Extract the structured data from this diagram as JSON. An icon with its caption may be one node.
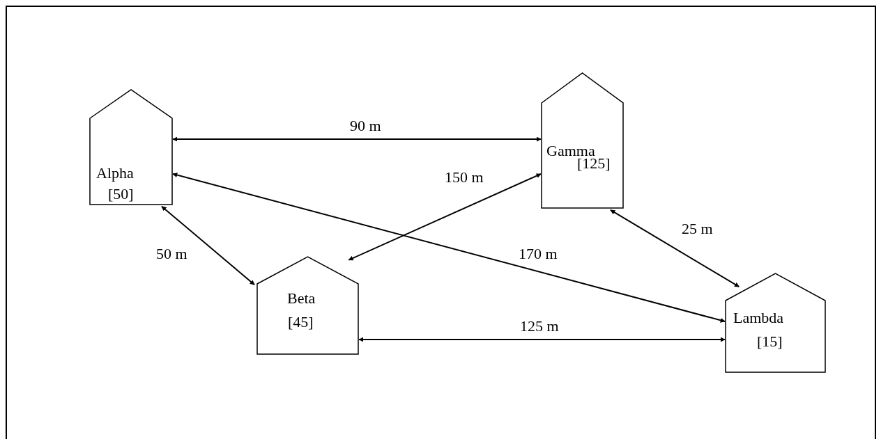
{
  "diagram": {
    "nodes": [
      {
        "text": [
          "Alpha",
          "[50]"
        ]
      },
      {
        "text": [
          "Gamma",
          "[125]"
        ]
      },
      {
        "text": [
          "Beta",
          "[45]"
        ]
      },
      {
        "text": [
          "Lambda",
          "[15]"
        ]
      }
    ],
    "edges": [
      {
        "from": 0,
        "to": 1,
        "arrow": "both",
        "label": "90 m"
      },
      {
        "from": 0,
        "to": 3,
        "arrow": "both",
        "label": "170 m"
      },
      {
        "from": 0,
        "to": 2,
        "arrow": "both",
        "label": "50 m"
      },
      {
        "from": 2,
        "to": 1,
        "arrow": "both",
        "label": "150 m"
      },
      {
        "from": 1,
        "to": 3,
        "arrow": "both",
        "label": "25 m"
      },
      {
        "from": 2,
        "to": 3,
        "arrow": "both",
        "label": "125 m"
      }
    ]
  }
}
